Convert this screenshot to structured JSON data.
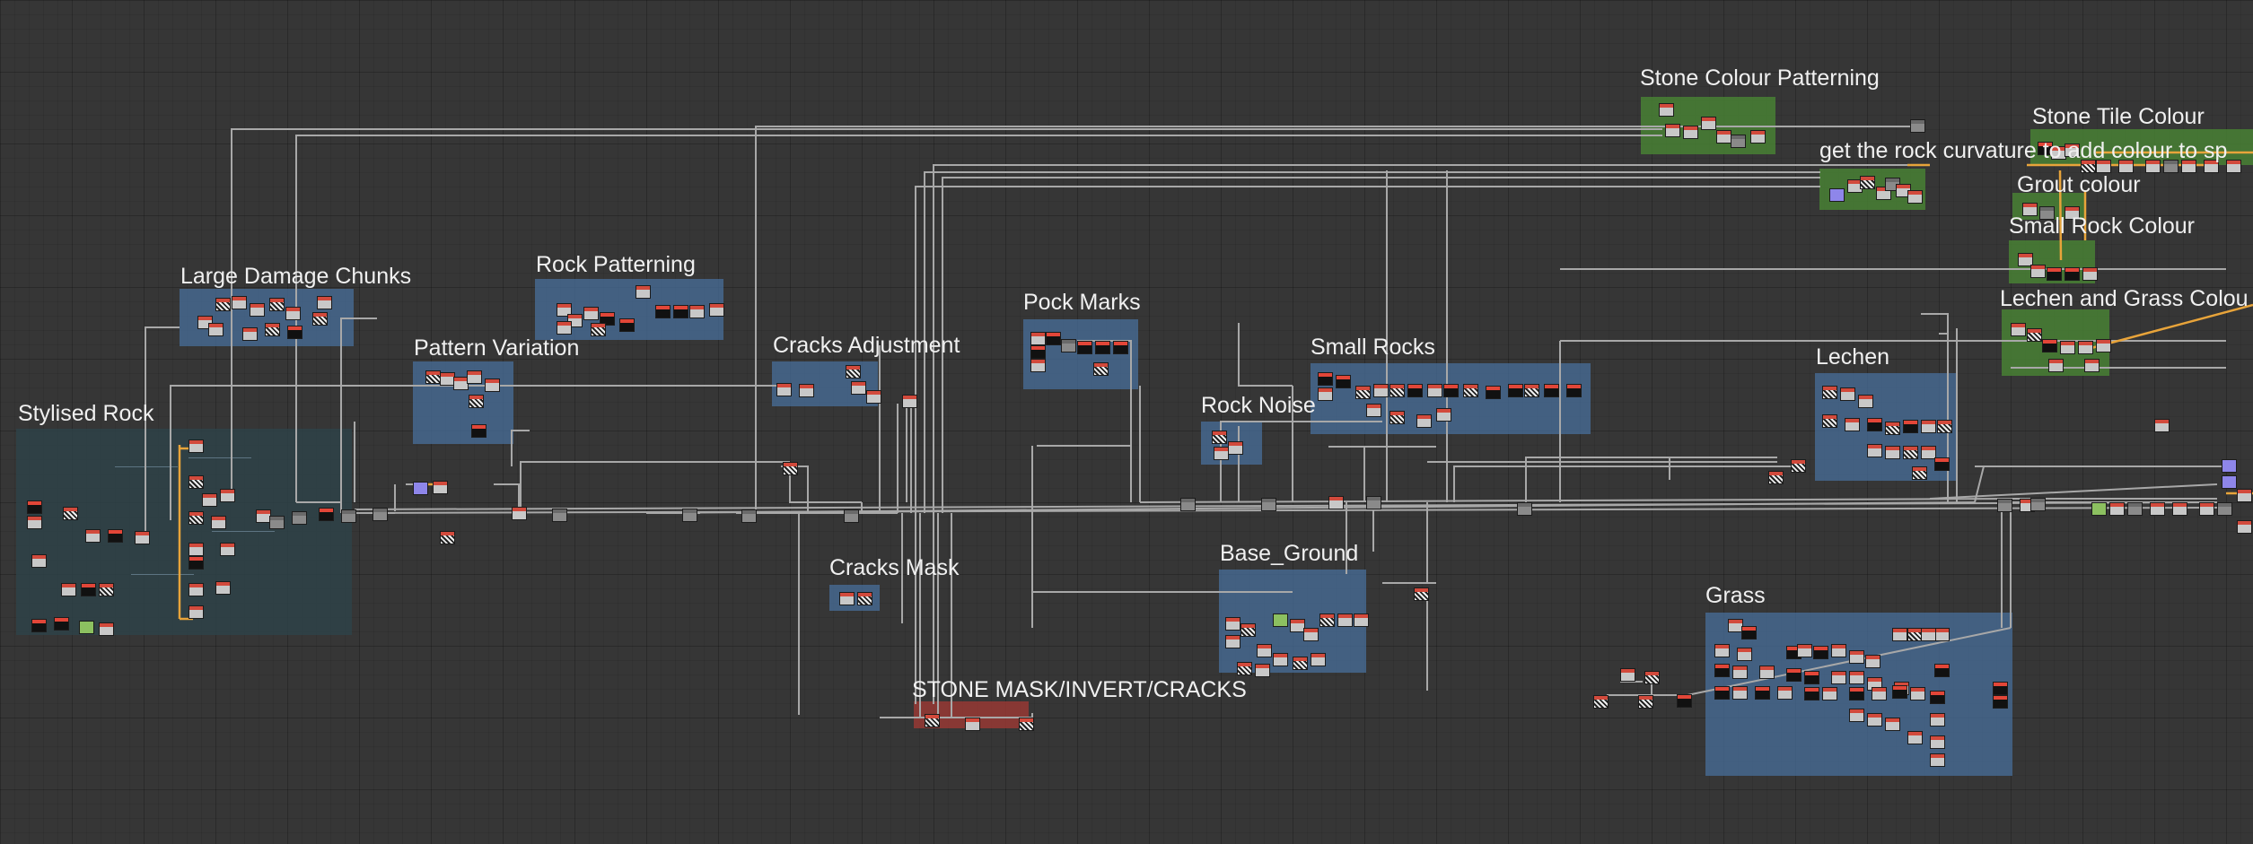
{
  "frames": [
    {
      "id": "stylised-rock",
      "title": "Stylised Rock",
      "color": "teal"
    },
    {
      "id": "large-damage-chunks",
      "title": "Large Damage Chunks",
      "color": "blue"
    },
    {
      "id": "pattern-variation",
      "title": "Pattern Variation",
      "color": "blue"
    },
    {
      "id": "rock-patterning",
      "title": "Rock Patterning",
      "color": "blue"
    },
    {
      "id": "cracks-adjustment",
      "title": "Cracks Adjustment",
      "color": "blue"
    },
    {
      "id": "cracks-mask",
      "title": "Cracks Mask",
      "color": "blue"
    },
    {
      "id": "pock-marks",
      "title": "Pock Marks",
      "color": "blue"
    },
    {
      "id": "rock-noise",
      "title": "Rock Noise",
      "color": "blue"
    },
    {
      "id": "small-rocks",
      "title": "Small Rocks",
      "color": "blue"
    },
    {
      "id": "base-ground",
      "title": "Base_Ground",
      "color": "blue"
    },
    {
      "id": "stone-mask-invert-cracks",
      "title": "STONE MASK/INVERT/CRACKS",
      "color": "red"
    },
    {
      "id": "stone-colour-patterning",
      "title": "Stone Colour Patterning",
      "color": "green"
    },
    {
      "id": "rock-curvature",
      "title": "get the rock curvature to add colour to sp",
      "color": "green"
    },
    {
      "id": "stone-tile-colour",
      "title": "Stone Tile Colour",
      "color": "green"
    },
    {
      "id": "grout-colour",
      "title": "Grout colour",
      "color": "green"
    },
    {
      "id": "small-rock-colour",
      "title": "Small Rock Colour",
      "color": "green"
    },
    {
      "id": "lechen-and-grass-colour",
      "title": "Lechen and Grass Colou",
      "color": "green"
    },
    {
      "id": "lechen",
      "title": "Lechen",
      "color": "blue"
    },
    {
      "id": "grass",
      "title": "Grass",
      "color": "blue"
    }
  ],
  "colors": {
    "canvas": "#363636",
    "wire": "#a8a8a8",
    "wire_color_link": "#e8a43a",
    "frame_blue": "#466c96",
    "frame_teal": "#2e4248",
    "frame_green": "#488034",
    "frame_red": "#963834"
  },
  "icons": [
    "graph-node",
    "comment-note"
  ]
}
